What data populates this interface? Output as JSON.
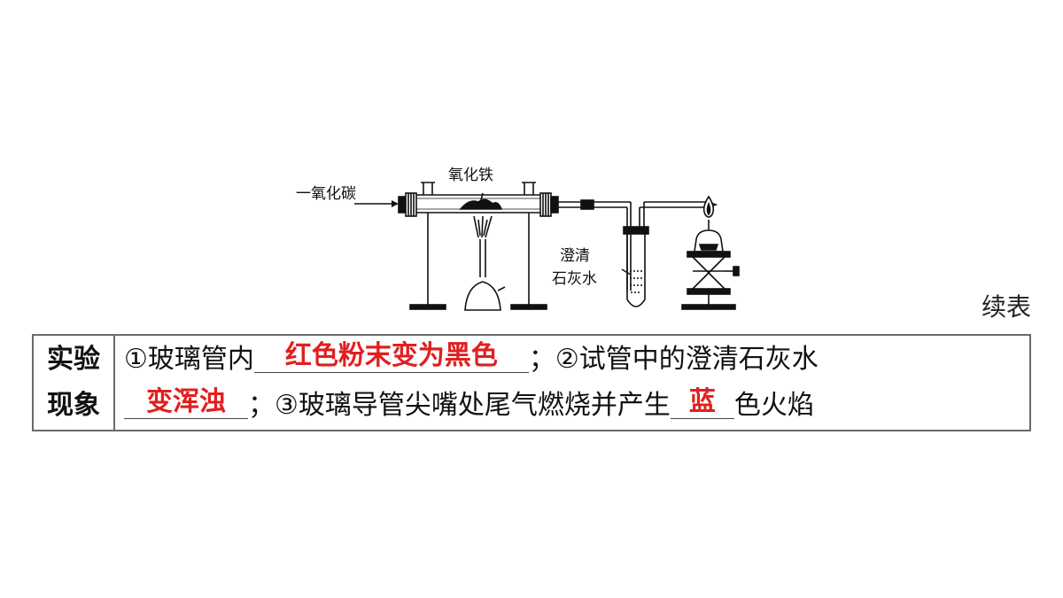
{
  "diagram": {
    "labels": {
      "carbon_monoxide": "一氧化碳",
      "iron_oxide": "氧化铁",
      "limewater_line1": "澄清",
      "limewater_line2": "石灰水"
    }
  },
  "continued_label": "续表",
  "table": {
    "header_line1": "实验",
    "header_line2": "现象",
    "row1": {
      "part1": "①玻璃管内",
      "answer1": "红色粉末变为黑色",
      "part2": "；②试管中的澄清石灰水"
    },
    "row2": {
      "answer2": "变浑浊",
      "part3": "；③玻璃导管尖嘴处尾气燃烧并产生",
      "answer3": "蓝",
      "part4": "色火焰"
    }
  },
  "colors": {
    "answer": "#e02020",
    "border": "#6a6a6a"
  }
}
